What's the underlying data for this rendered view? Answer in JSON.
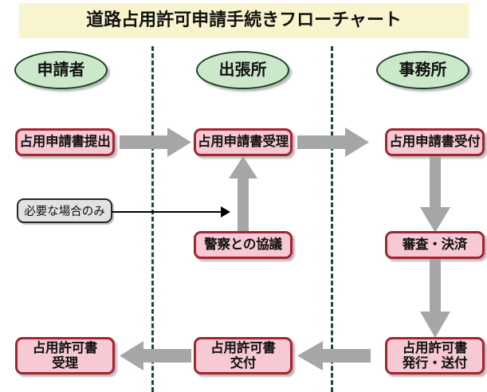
{
  "title": "道路占用許可申請手続きフローチャート",
  "theme": {
    "title_band": "#F7F4CE",
    "lane_divider": "#1B4A2B",
    "lane_fill": "#CCE8CB",
    "lane_border": "#16441F",
    "box_fill": "#F6C9D4",
    "box_border": "#A42430",
    "arrow_gray": "#A6A6A6",
    "note_fill": "#E2E2E2",
    "note_border": "#262626",
    "connector": "#000000"
  },
  "lanes": [
    {
      "label": "申請者"
    },
    {
      "label": "出張所"
    },
    {
      "label": "事務所"
    }
  ],
  "steps": {
    "applicant_submit": "占用申請書提出",
    "branch_accept": "占用申請書受理",
    "office_receive": "占用申請書受付",
    "police_consult": "警察との協議",
    "review_decision": "審査・決済",
    "permit_issue": "占用許可書\n発行・送付",
    "permit_deliver": "占用許可書\n交付",
    "permit_accept": "占用許可書\n受理"
  },
  "notes": {
    "only_if_needed": "必要な場合のみ"
  }
}
